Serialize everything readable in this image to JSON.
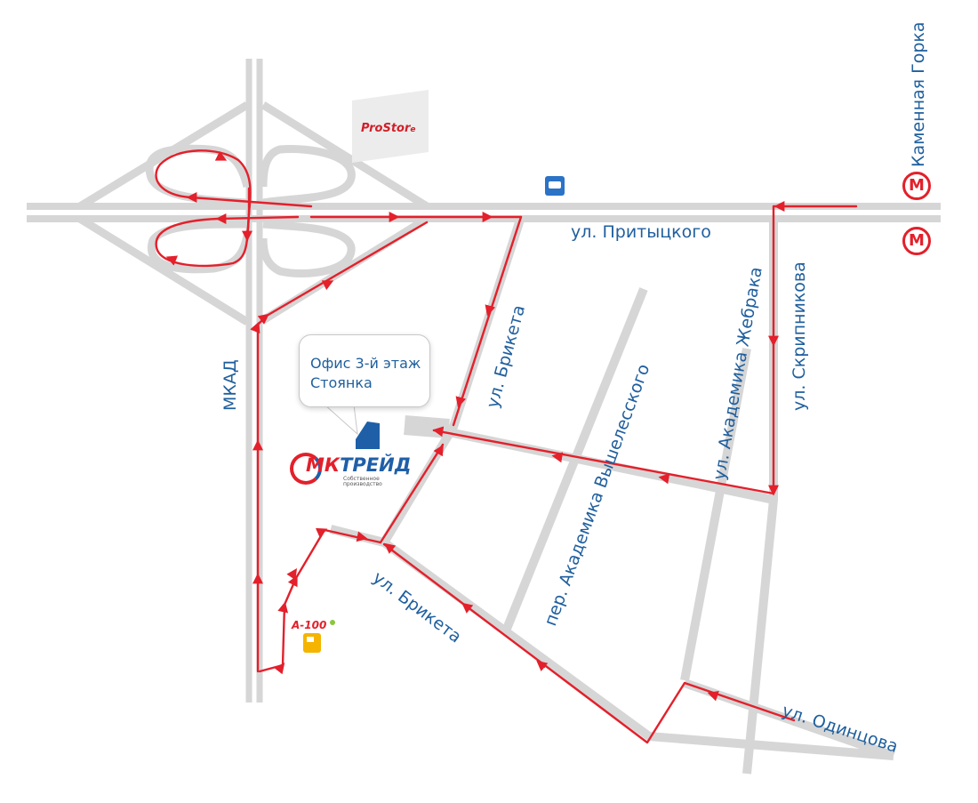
{
  "streets": {
    "pritytskogo": "ул. Притыцкого",
    "mkad": "МКАД",
    "briketa_north": "ул. Брикета",
    "briketa_south": "ул. Брикета",
    "akademika_zhebraka": "ул. Академика Жебрака",
    "skripnikova": "ул. Скрипникова",
    "akademika_vyshelesskogo": "пер. Академика Вышелесского",
    "odintsova": "ул. Одинцова",
    "kamennaya_gorka": "Каменная Горка"
  },
  "callout": {
    "line1": "Офис 3-й этаж",
    "line2": "Стоянка"
  },
  "logos": {
    "prostore": "ProStor",
    "prostore_suffix": "e",
    "mk": "МК",
    "treyd": "ТРЕЙД",
    "mk_subtitle": "Собственное производство",
    "a100": "А-100"
  },
  "metro": {
    "symbol": "М"
  },
  "icons": {
    "bus_stop": "bus-stop-icon",
    "fuel": "fuel-station-icon",
    "metro": "metro-icon"
  },
  "colors": {
    "route": "#e3202b",
    "road": "#d6d6d6",
    "label": "#1f5f9e",
    "building": "#1f5fa8"
  }
}
